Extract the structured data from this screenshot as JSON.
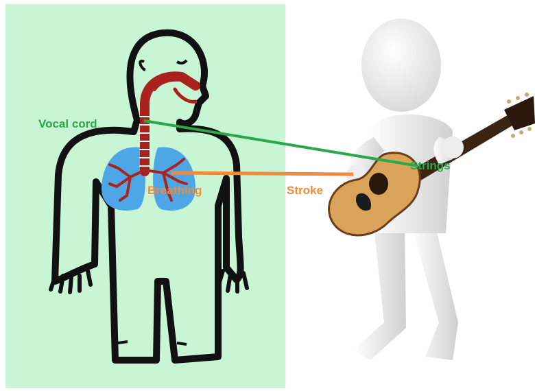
{
  "labels": {
    "vocal_cord": "Vocal cord",
    "strings": "Strings",
    "breathing": "Breathing",
    "stroke": "Stroke"
  },
  "colors": {
    "panel_bg": "#c8f5d3",
    "vocal_strings_line": "#2aa84a",
    "breathing_stroke_line": "#f08a3c",
    "lungs": "#4da6e6",
    "airways": "#a8231e",
    "outline": "#111111",
    "guitar_body": "#d9a35c",
    "guitar_neck": "#3a2414",
    "figure": "#f2f2f2"
  },
  "icons": {
    "body": "human-body-outline-icon",
    "lungs": "lungs-icon",
    "guitarist": "guitar-player-figure-icon"
  }
}
